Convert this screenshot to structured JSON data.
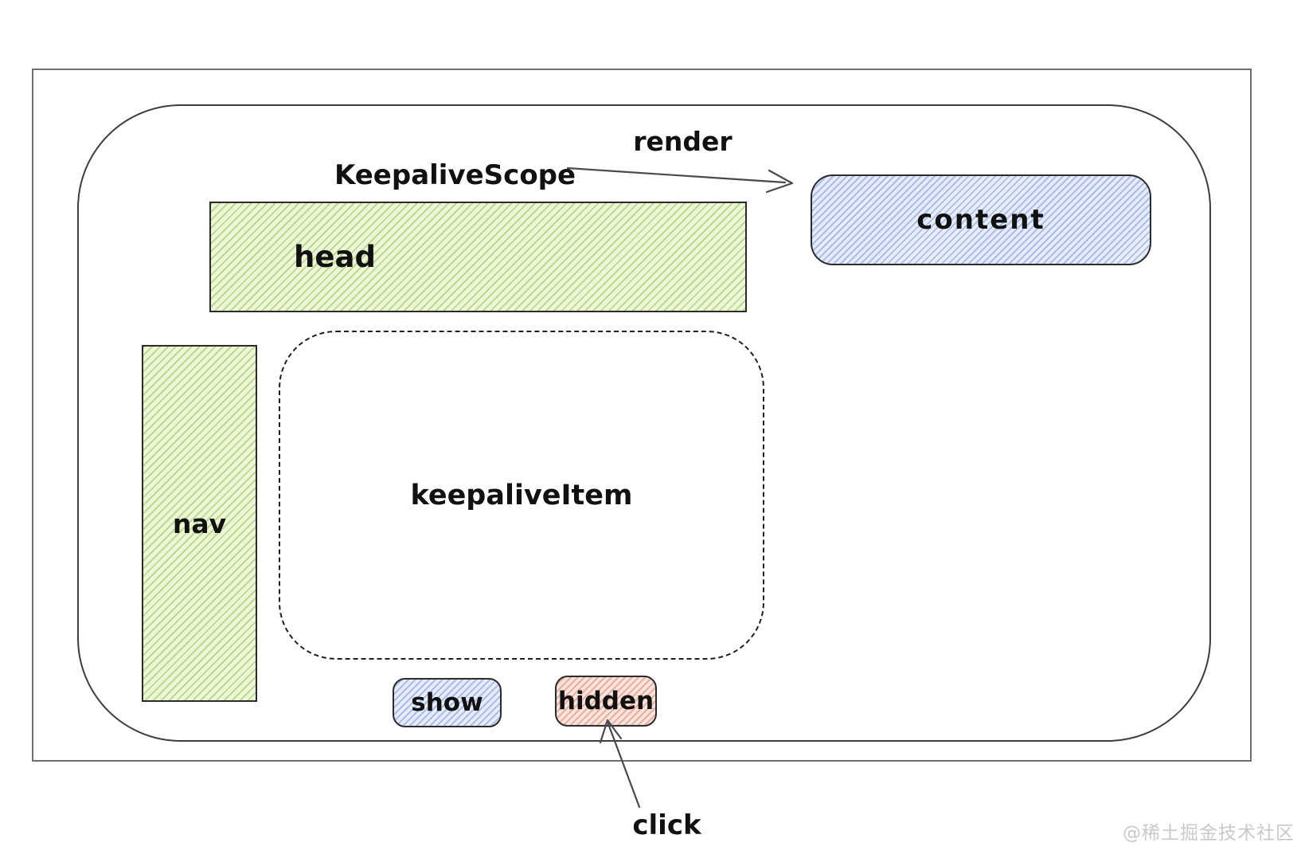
{
  "theme": {
    "frame_stroke": "#6e6e6e",
    "scope_stroke": "#3d3d3d",
    "shape_stroke": "#2b2b2b",
    "arrow_stroke": "#4a4a4a",
    "text_color": "#111111",
    "green_base": "#eef6da",
    "green_hatch": "#bcd98c",
    "blue_base": "#e7ecf9",
    "blue_hatch": "#aebde8",
    "red_base": "#f9e3dd",
    "red_hatch": "#eaaf9f",
    "watermark_color": "#c9c9c9"
  },
  "diagram": {
    "scope_label": "KeepaliveScope",
    "nodes": {
      "head": "head",
      "nav": "nav",
      "keepalive_item": "keepaliveItem",
      "content": "content",
      "show": "show",
      "hidden": "hidden"
    },
    "arrows": {
      "render": "render",
      "click": "click"
    }
  },
  "watermark": "@稀土掘金技术社区"
}
